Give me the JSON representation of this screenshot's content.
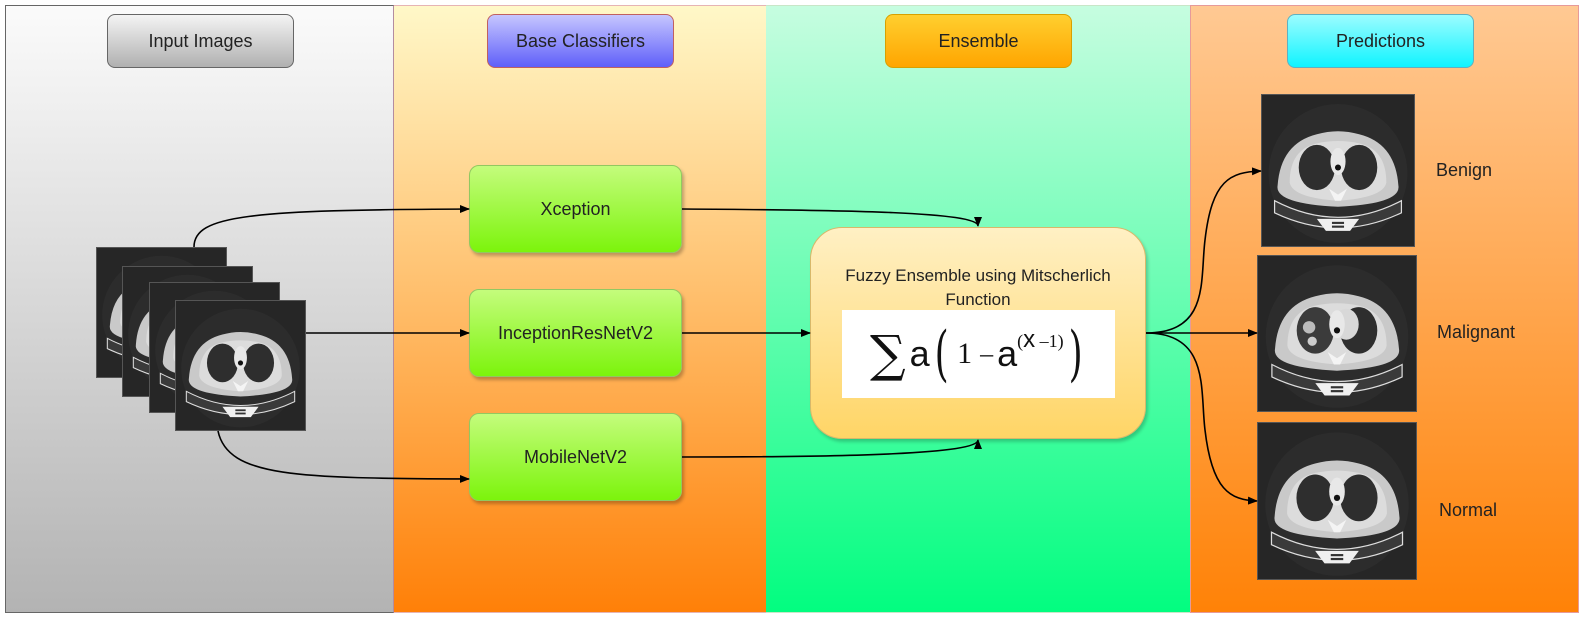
{
  "lanes": [
    {
      "id": "input",
      "header": "Input Images",
      "header_color": "#b0b0b0",
      "background_top": "#fbfbfb",
      "background_bottom": "#b3b3b3"
    },
    {
      "id": "base",
      "header": "Base Classifiers",
      "header_color": "#5f5ff9",
      "background_top": "#fff8c8",
      "background_bottom": "#ff8008"
    },
    {
      "id": "ensemble",
      "header": "Ensemble",
      "header_color": "#ffa500",
      "background_top": "#c6fde0",
      "background_bottom": "#02fd80"
    },
    {
      "id": "predictions",
      "header": "Predictions",
      "header_color": "#10f4ff",
      "background_top": "#ffc993",
      "background_bottom": "#ff8207"
    }
  ],
  "input_images": {
    "count": 4,
    "type": "lung CT scan slices"
  },
  "classifiers": [
    {
      "label": "Xception"
    },
    {
      "label": "InceptionResNetV2"
    },
    {
      "label": "MobileNetV2"
    }
  ],
  "ensemble": {
    "title": "Fuzzy Ensemble using Mitscherlich Function",
    "formula": {
      "sum": "∑",
      "a": "a",
      "open_paren": "(",
      "one": "1",
      "minus": "–",
      "exp_open": "(",
      "exp_x": "x",
      "exp_minus": " –",
      "exp_one": "1",
      "exp_close": ")",
      "close_paren": ")"
    }
  },
  "predictions": [
    {
      "label": "Benign"
    },
    {
      "label": "Malignant"
    },
    {
      "label": "Normal"
    }
  ]
}
